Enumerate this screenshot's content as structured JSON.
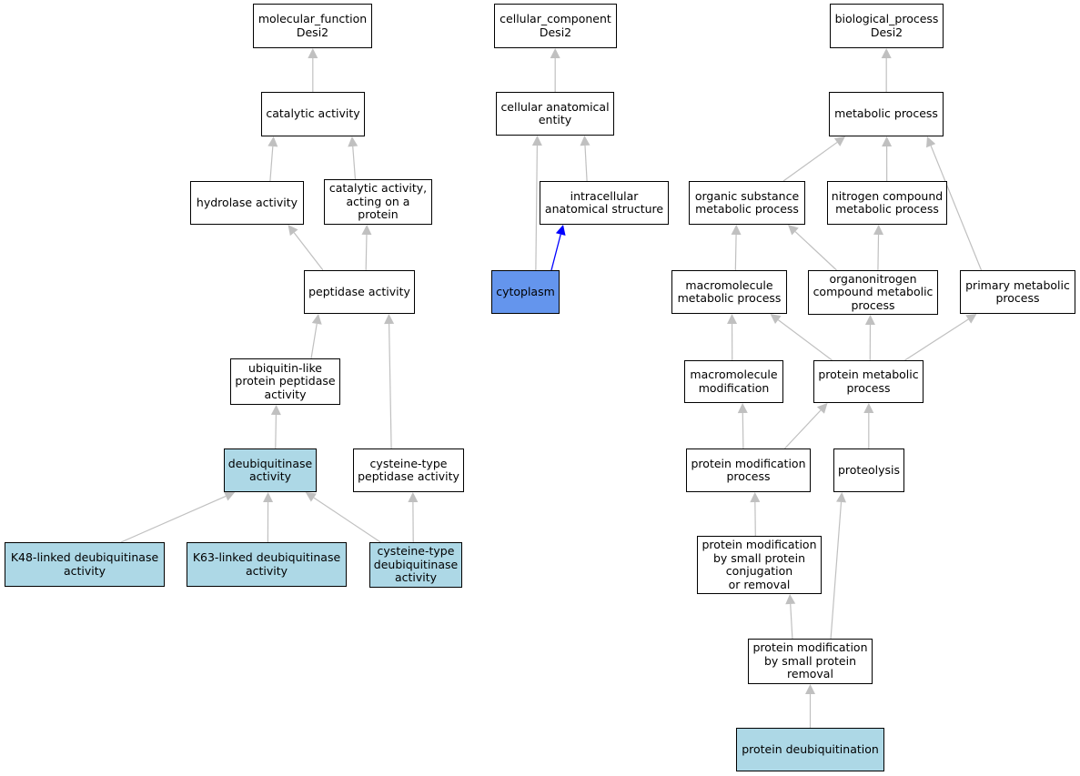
{
  "colors": {
    "default_fill": "#ffffff",
    "annotated_fill": "#add8e6",
    "selected_fill": "#6495ed",
    "edge_gray": "#c0c0c0",
    "edge_highlight": "#0000ff"
  },
  "nodes": {
    "mf_root": {
      "label": "molecular_function\nDesi2",
      "fill": "default"
    },
    "catalytic": {
      "label": "catalytic activity",
      "fill": "default"
    },
    "hydrolase": {
      "label": "hydrolase activity",
      "fill": "default"
    },
    "catalytic_protein": {
      "label": "catalytic activity,\nacting on a\nprotein",
      "fill": "default"
    },
    "peptidase": {
      "label": "peptidase activity",
      "fill": "default"
    },
    "ubl_peptidase": {
      "label": "ubiquitin-like\nprotein peptidase\nactivity",
      "fill": "default"
    },
    "dub": {
      "label": "deubiquitinase\nactivity",
      "fill": "annotated"
    },
    "cys_peptidase": {
      "label": "cysteine-type\npeptidase activity",
      "fill": "default"
    },
    "k48": {
      "label": "K48-linked deubiquitinase\nactivity",
      "fill": "annotated"
    },
    "k63": {
      "label": "K63-linked deubiquitinase\nactivity",
      "fill": "annotated"
    },
    "cys_dub": {
      "label": "cysteine-type\ndeubiquitinase\nactivity",
      "fill": "annotated"
    },
    "cc_root": {
      "label": "cellular_component\nDesi2",
      "fill": "default"
    },
    "cae": {
      "label": "cellular anatomical\nentity",
      "fill": "default"
    },
    "ias": {
      "label": "intracellular\nanatomical structure",
      "fill": "default"
    },
    "cytoplasm": {
      "label": "cytoplasm",
      "fill": "selected"
    },
    "bp_root": {
      "label": "biological_process\nDesi2",
      "fill": "default"
    },
    "metabolic": {
      "label": "metabolic process",
      "fill": "default"
    },
    "organic": {
      "label": "organic substance\nmetabolic process",
      "fill": "default"
    },
    "nitrogen": {
      "label": "nitrogen compound\nmetabolic process",
      "fill": "default"
    },
    "macro_met": {
      "label": "macromolecule\nmetabolic process",
      "fill": "default"
    },
    "organonitrogen": {
      "label": "organonitrogen\ncompound metabolic\nprocess",
      "fill": "default"
    },
    "primary": {
      "label": "primary metabolic\nprocess",
      "fill": "default"
    },
    "macro_mod": {
      "label": "macromolecule\nmodification",
      "fill": "default"
    },
    "protein_met": {
      "label": "protein metabolic\nprocess",
      "fill": "default"
    },
    "prot_mod": {
      "label": "protein modification\nprocess",
      "fill": "default"
    },
    "proteolysis": {
      "label": "proteolysis",
      "fill": "default"
    },
    "pm_small": {
      "label": "protein modification\nby small protein\nconjugation\nor removal",
      "fill": "default"
    },
    "pm_removal": {
      "label": "protein modification\nby small protein\nremoval",
      "fill": "default"
    },
    "deubiq": {
      "label": "protein deubiquitination",
      "fill": "annotated"
    }
  },
  "edges": [
    {
      "child": "catalytic",
      "parent": "mf_root"
    },
    {
      "child": "hydrolase",
      "parent": "catalytic"
    },
    {
      "child": "catalytic_protein",
      "parent": "catalytic"
    },
    {
      "child": "peptidase",
      "parent": "hydrolase"
    },
    {
      "child": "peptidase",
      "parent": "catalytic_protein"
    },
    {
      "child": "ubl_peptidase",
      "parent": "peptidase"
    },
    {
      "child": "cys_peptidase",
      "parent": "peptidase"
    },
    {
      "child": "dub",
      "parent": "ubl_peptidase"
    },
    {
      "child": "k48",
      "parent": "dub"
    },
    {
      "child": "k63",
      "parent": "dub"
    },
    {
      "child": "cys_dub",
      "parent": "dub"
    },
    {
      "child": "cys_dub",
      "parent": "cys_peptidase"
    },
    {
      "child": "cae",
      "parent": "cc_root"
    },
    {
      "child": "ias",
      "parent": "cae"
    },
    {
      "child": "cytoplasm",
      "parent": "cae"
    },
    {
      "child": "cytoplasm",
      "parent": "ias",
      "highlight": true
    },
    {
      "child": "metabolic",
      "parent": "bp_root"
    },
    {
      "child": "organic",
      "parent": "metabolic"
    },
    {
      "child": "nitrogen",
      "parent": "metabolic"
    },
    {
      "child": "primary",
      "parent": "metabolic"
    },
    {
      "child": "macro_met",
      "parent": "organic"
    },
    {
      "child": "organonitrogen",
      "parent": "organic"
    },
    {
      "child": "organonitrogen",
      "parent": "nitrogen"
    },
    {
      "child": "macro_mod",
      "parent": "macro_met"
    },
    {
      "child": "protein_met",
      "parent": "macro_met"
    },
    {
      "child": "protein_met",
      "parent": "organonitrogen"
    },
    {
      "child": "protein_met",
      "parent": "primary"
    },
    {
      "child": "prot_mod",
      "parent": "macro_mod"
    },
    {
      "child": "prot_mod",
      "parent": "protein_met"
    },
    {
      "child": "proteolysis",
      "parent": "protein_met"
    },
    {
      "child": "pm_small",
      "parent": "prot_mod"
    },
    {
      "child": "pm_removal",
      "parent": "pm_small"
    },
    {
      "child": "pm_removal",
      "parent": "proteolysis"
    },
    {
      "child": "deubiq",
      "parent": "pm_removal"
    }
  ]
}
